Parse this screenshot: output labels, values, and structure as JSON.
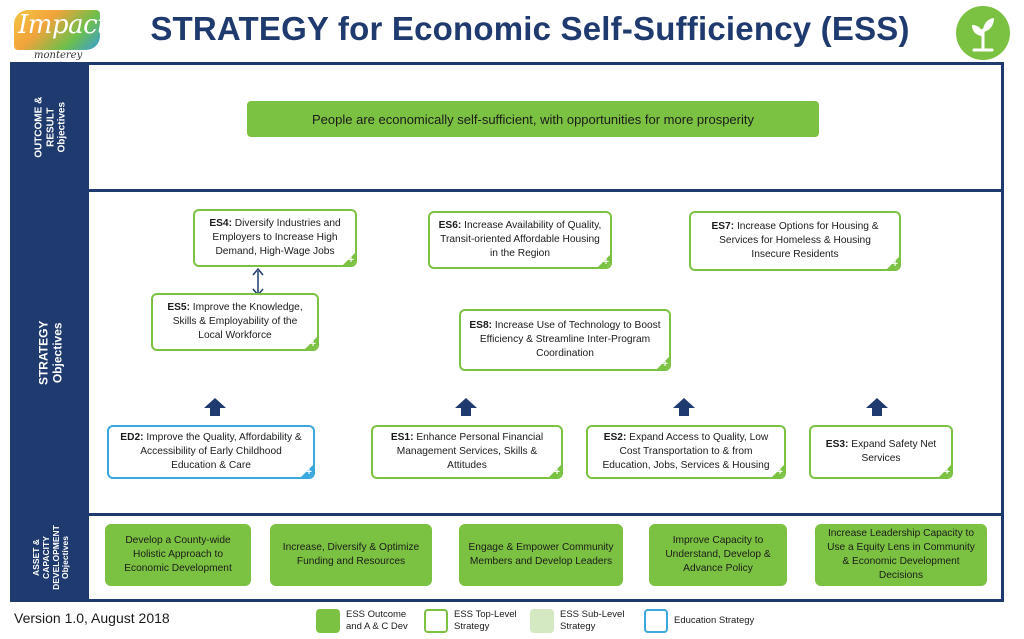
{
  "logo": {
    "text": "Impact",
    "subtext": "monterey county"
  },
  "title": "STRATEGY for Economic Self-Sufficiency (ESS)",
  "icons": {
    "brand_icon": "plant-sprout-icon",
    "arrow_icon": "up-arrow-icon",
    "corner_icon": "plus-corner-icon"
  },
  "colors": {
    "navy": "#1f3a6e",
    "green": "#7cc242",
    "light_green": "#d4e8c2",
    "blue": "#3aa7dd"
  },
  "bands": {
    "outcome": {
      "label": "OUTCOME &\nRESULT\nObjectives"
    },
    "strategy": {
      "label": "STRATEGY\nObjectives"
    },
    "asset": {
      "label": "ASSET &\nCAPACITY\nDEVELOPMENT\nObjectives"
    }
  },
  "outcome": {
    "text": "People are economically self-sufficient, with opportunities for more prosperity"
  },
  "strategy": {
    "es4": {
      "code": "ES4:",
      "text": " Diversify Industries and Employers to Increase High Demand, High-Wage Jobs"
    },
    "es6": {
      "code": "ES6:",
      "text": " Increase Availability of Quality, Transit-oriented Affordable Housing in the Region"
    },
    "es7": {
      "code": "ES7:",
      "text": " Increase Options for Housing & Services for Homeless & Housing Insecure Residents"
    },
    "es5": {
      "code": "ES5:",
      "text": " Improve the Knowledge, Skills  & Employability of the Local Workforce"
    },
    "es8": {
      "code": "ES8:",
      "text": " Increase Use of Technology to Boost Efficiency & Streamline Inter-Program Coordination"
    },
    "ed2": {
      "code": "ED2:",
      "text": " Improve the Quality, Affordability & Accessibility of Early Childhood Education & Care"
    },
    "es1": {
      "code": "ES1:",
      "text": " Enhance Personal Financial Management Services, Skills & Attitudes"
    },
    "es2": {
      "code": "ES2:",
      "text": " Expand Access to Quality, Low Cost Transportation to & from Education, Jobs, Services & Housing"
    },
    "es3": {
      "code": "ES3:",
      "text": " Expand Safety Net Services"
    }
  },
  "asset": [
    "Develop a County-wide Holistic Approach to Economic Development",
    "Increase, Diversify & Optimize Funding and Resources",
    "Engage & Empower Community Members and Develop Leaders",
    "Improve Capacity to Understand, Develop & Advance Policy",
    "Increase Leadership Capacity to Use a Equity Lens in Community & Economic Development Decisions"
  ],
  "footer": {
    "version": "Version 1.0, August 2018",
    "legend": [
      {
        "label": "ESS Outcome\nand A & C Dev"
      },
      {
        "label": "ESS Top-Level\nStrategy"
      },
      {
        "label": "ESS Sub-Level\nStrategy"
      },
      {
        "label": "Education Strategy"
      }
    ]
  }
}
